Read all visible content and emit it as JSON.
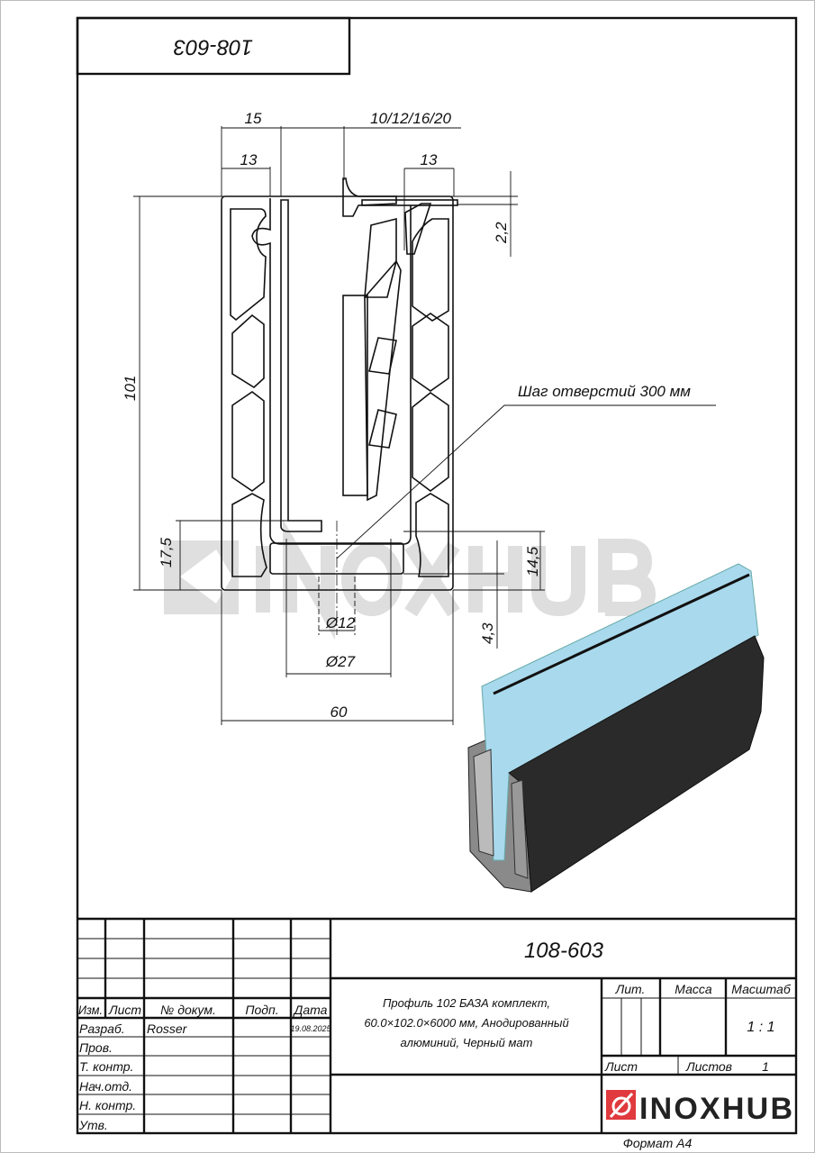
{
  "stamp": {
    "rotated_code": "108-603"
  },
  "dimensions": {
    "top_width_15": "15",
    "left_wall_13": "13",
    "glass_thickness": "10/12/16/20",
    "right_wall_13": "13",
    "lip_2_2": "2,2",
    "height_101": "101",
    "base_17_5": "17,5",
    "base_14_5": "14,5",
    "bottom_4_3": "4,3",
    "hole_12": "Ø12",
    "hole_27": "Ø27",
    "width_60": "60"
  },
  "leader_note": "Шаг отверстий 300 мм",
  "watermark": "INOXHUB",
  "title_block": {
    "designation": "108-603",
    "headers": {
      "izm": "Изм.",
      "list": "Лист",
      "doc": "№ докум.",
      "sign": "Подп.",
      "date": "Дата"
    },
    "roles": [
      "Разраб.",
      "Пров.",
      "Т. контр.",
      "Нач.отд.",
      "Н. контр.",
      "Утв."
    ],
    "developer": "Rosser",
    "date_value": "19.08.2025",
    "description": [
      "Профиль 102 БАЗА комплект,",
      "60.0×102.0×6000 мм, Анодированный",
      "алюминий, Черный мат"
    ],
    "lit_label": "Лит.",
    "mass_label": "Масса",
    "scale_label": "Масштаб",
    "scale_value": "1 : 1",
    "sheet_label": "Лист",
    "sheets_label": "Листов",
    "sheets_value": "1",
    "logo_text": "INOXHUB",
    "format": "Формат А4"
  },
  "colors": {
    "glass": "#a9d9ec",
    "profile": "#2a2a2a",
    "logo_red": "#e03a3e",
    "watermark": "#d9d9d9"
  }
}
